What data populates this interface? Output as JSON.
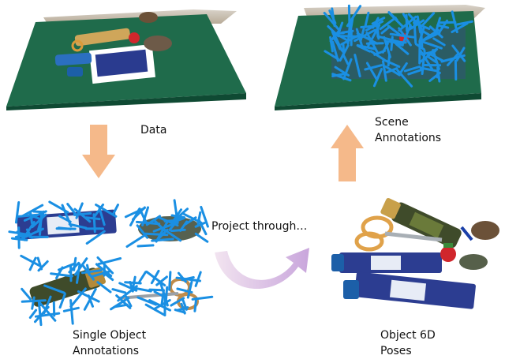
{
  "labels": {
    "data": "Data",
    "scene_annotations": "Scene\nAnnotations",
    "project_through": "Project through…",
    "single_object_annotations": "Single Object\nAnnotations",
    "object_6d_poses": "Object 6D\nPoses"
  },
  "colors": {
    "arrow_orange": "#f5b98a",
    "curved_arrow": "#d8c2e4",
    "table_green": "#1e6a4a",
    "grasp_blue": "#1a8fe3"
  },
  "icons": {
    "down_arrow": "down-arrow-icon",
    "up_arrow": "up-arrow-icon",
    "curved_arrow": "curved-arrow-icon"
  }
}
